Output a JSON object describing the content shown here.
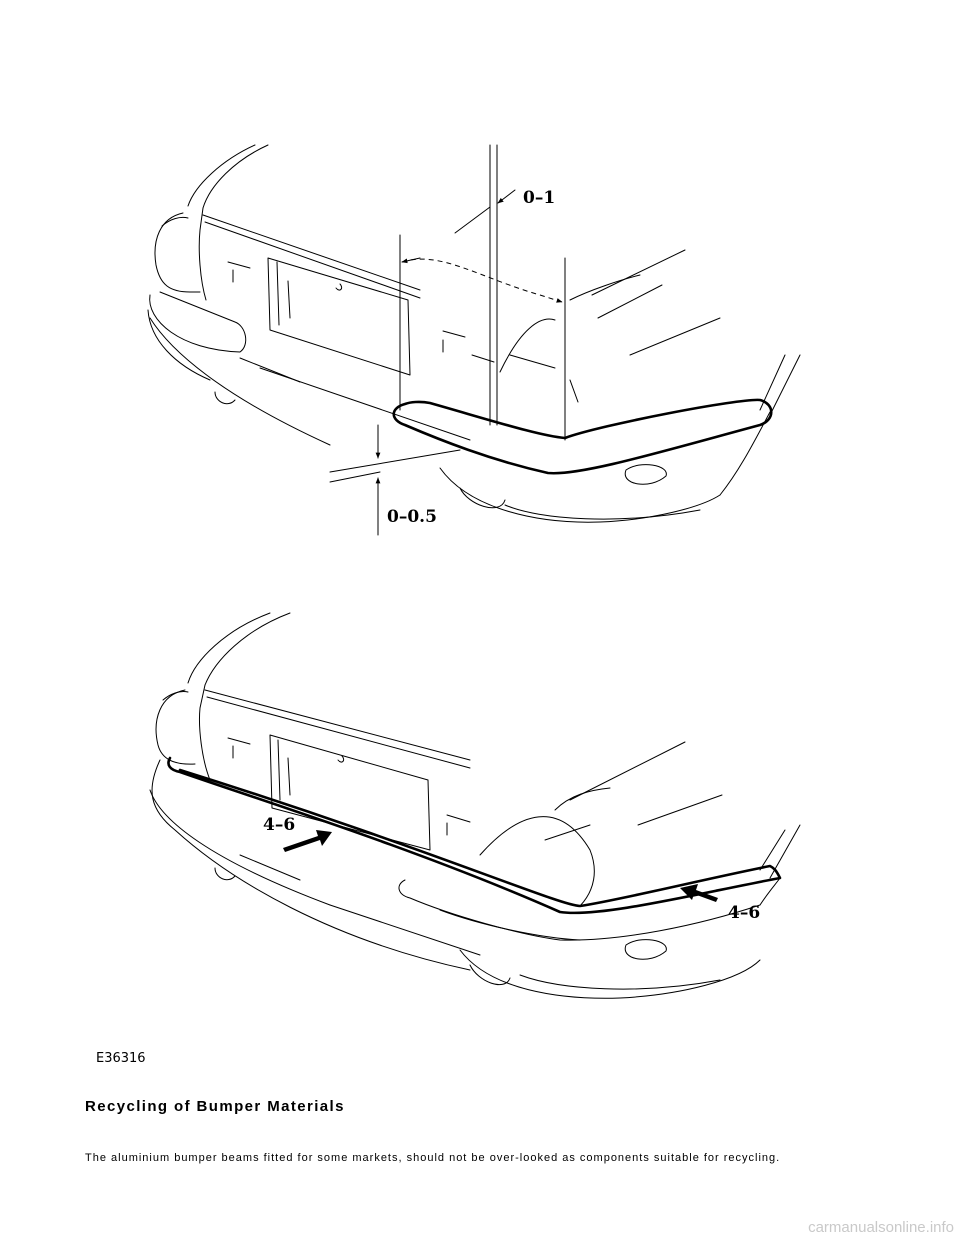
{
  "figure": {
    "top_labels": {
      "gap_dim": "0–1",
      "step_dim": "0–0.5"
    },
    "bottom_labels": {
      "left_arrow_dim": "4–6",
      "right_arrow_dim": "4–6"
    },
    "figure_code": "E36316"
  },
  "section": {
    "heading": "Recycling of Bumper Materials",
    "body": "The aluminium bumper beams fitted for some markets, should not be over-looked as components suitable for recycling."
  },
  "watermark": "carmanualsonline.info"
}
